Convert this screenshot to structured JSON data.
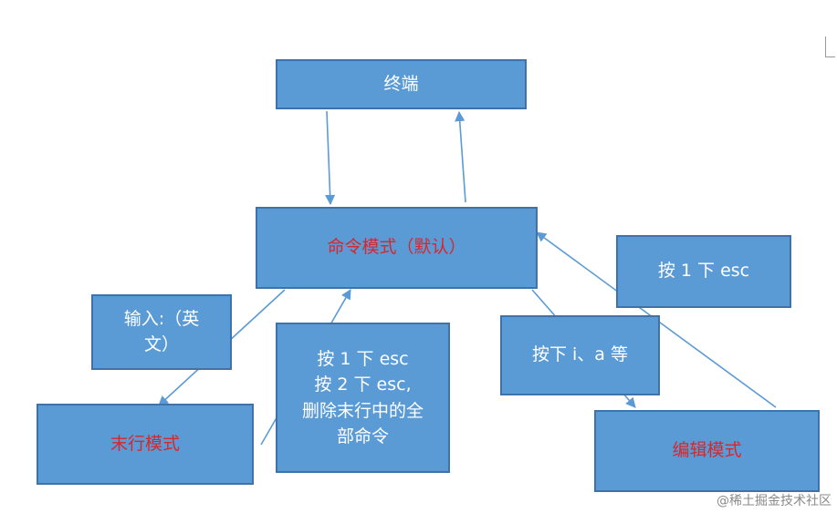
{
  "nodes": {
    "terminal": {
      "label": "终端"
    },
    "command_mode": {
      "label": "命令模式（默认）"
    },
    "last_line_mode": {
      "label": "末行模式"
    },
    "edit_mode": {
      "label": "编辑模式"
    }
  },
  "labels": {
    "input": [
      "输入:（英",
      "文）"
    ],
    "press_esc_top": "按 1 下 esc",
    "esc_middle": [
      "按 1 下 esc",
      "按 2 下 esc,",
      "删除末行中的全",
      "部命令"
    ],
    "press_ia": "按下 i、a 等"
  },
  "colors": {
    "box_fill": "#5b9bd5",
    "box_border": "#3f72a8",
    "arrow": "#5b9bd5",
    "mode_text": "#d9262b"
  },
  "watermark": "@稀土掘金技术社区"
}
